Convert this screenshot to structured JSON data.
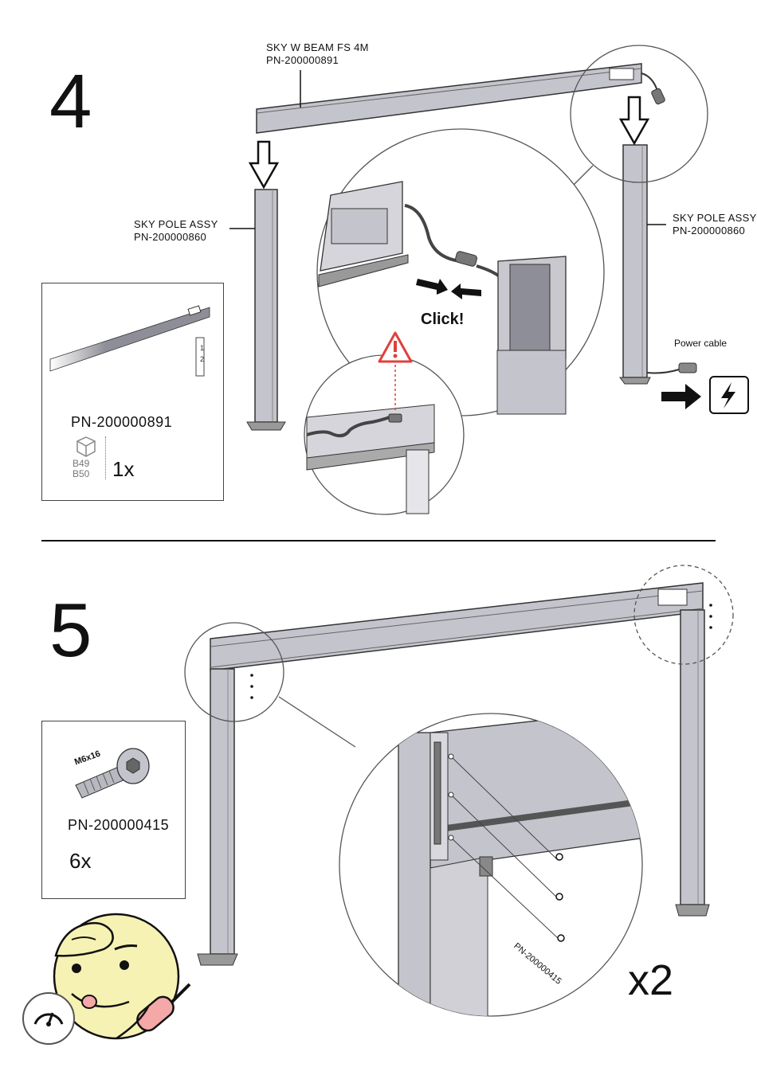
{
  "step4": {
    "number": "4",
    "beam": {
      "name": "SKY W BEAM FS 4M",
      "pn": "PN-200000891"
    },
    "pole_left": {
      "name": "SKY POLE ASSY",
      "pn": "PN-200000860"
    },
    "pole_right": {
      "name": "SKY POLE ASSY",
      "pn": "PN-200000860"
    },
    "click_label": "Click!",
    "power_cable_label": "Power cable",
    "part_box": {
      "pn": "PN-200000891",
      "box_codes": [
        "B49",
        "B50"
      ],
      "quantity": "1x",
      "ruler_marks": [
        "1",
        "2"
      ]
    }
  },
  "step5": {
    "number": "5",
    "part_box": {
      "screw_size": "M6x16",
      "pn": "PN-200000415",
      "quantity": "6x"
    },
    "detail_pn": "PN-200000415",
    "repeat": "x2"
  },
  "icons": {
    "warning": "warning-triangle-icon",
    "power": "lightning-icon",
    "box": "package-icon",
    "gauge": "difficulty-gauge-icon",
    "arrow": "arrow-right-icon"
  },
  "colors": {
    "steel": "#c4c4cc",
    "steel_dark": "#8e8e98",
    "warning": "#e0403c",
    "face": "#f6f2b4",
    "tool_handle": "#f5a8a8"
  }
}
